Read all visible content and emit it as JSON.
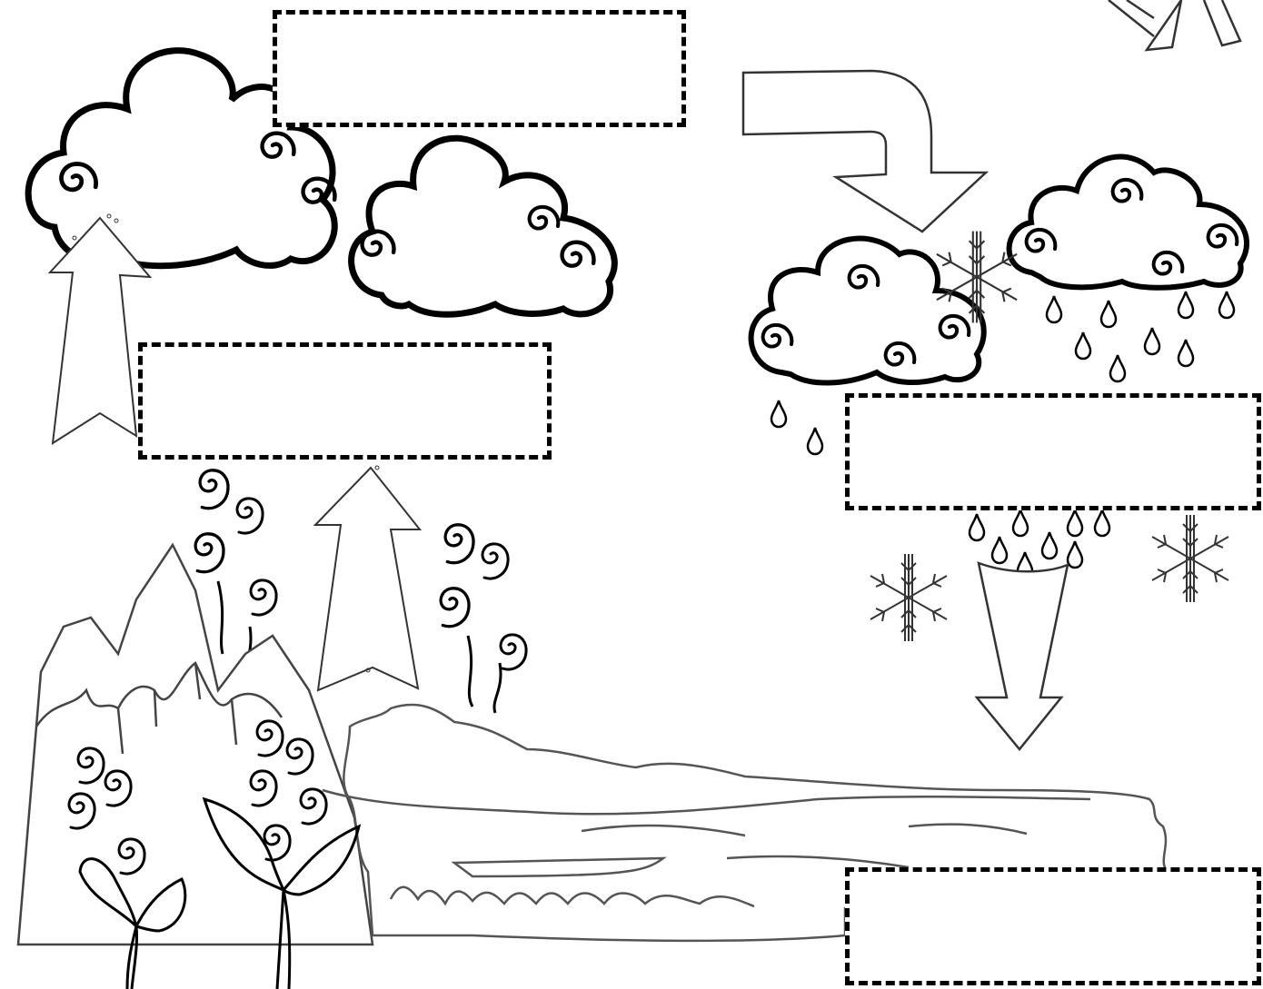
{
  "label_boxes": [
    {
      "id": "top-center",
      "text": ""
    },
    {
      "id": "middle-left",
      "text": ""
    },
    {
      "id": "middle-right",
      "text": ""
    },
    {
      "id": "bottom-right",
      "text": ""
    }
  ],
  "colors": {
    "line": "#000000",
    "sketch_line": "#555555",
    "background": "#ffffff",
    "box_border": "#000000"
  },
  "icons": [
    "cloud-icon",
    "sun-icon",
    "arrow-icon",
    "snowflake-icon",
    "raindrop-icon",
    "steam-swirl-icon",
    "mountain-icon",
    "lake-icon",
    "plant-icon"
  ]
}
